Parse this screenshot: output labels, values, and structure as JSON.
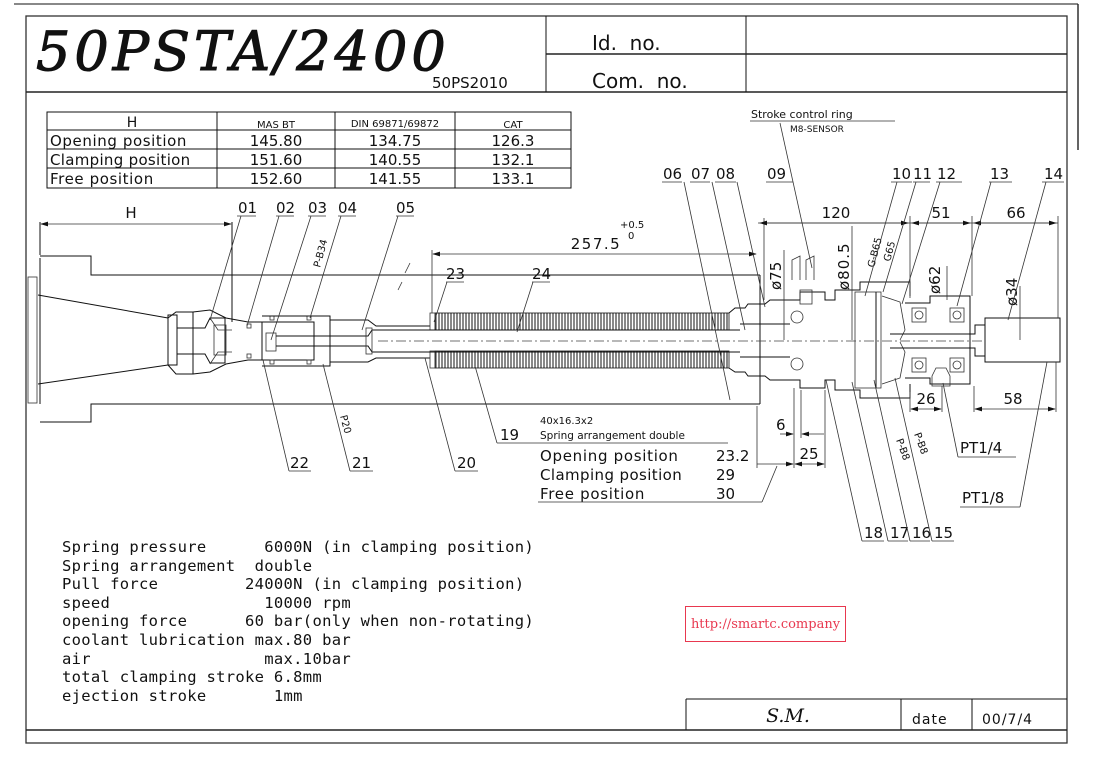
{
  "title_block": {
    "model": "50PSTA/2400",
    "sub_model": "50PS2010",
    "id_label": "Id.  no.",
    "id_value": "",
    "com_label": "Com.  no.",
    "com_value": "",
    "drawn_by": "S.M.",
    "date_label": "date",
    "date_value": "00/7/4"
  },
  "h_table": {
    "headers": [
      "H",
      "MAS BT",
      "DIN 69871/69872",
      "CAT"
    ],
    "rows": [
      {
        "label": "Opening position",
        "mas_bt": "145.80",
        "din": "134.75",
        "cat": "126.3"
      },
      {
        "label": "Clamping position",
        "mas_bt": "151.60",
        "din": "140.55",
        "cat": "132.1"
      },
      {
        "label": "Free position",
        "mas_bt": "152.60",
        "din": "141.55",
        "cat": "133.1"
      }
    ]
  },
  "callouts": {
    "stroke_ring": "Stroke control ring",
    "sensor": "M8-SENSOR",
    "parts_top": [
      "01",
      "02",
      "03",
      "04",
      "05",
      "06",
      "07",
      "08",
      "09",
      "10",
      "11",
      "12",
      "13",
      "14"
    ],
    "parts_bottom": [
      "22",
      "21",
      "20",
      "19",
      "18",
      "17",
      "16",
      "15",
      "23",
      "24"
    ],
    "seal_labels": {
      "p_b34": "P-B34",
      "p20": "P20",
      "g_b65": "G-B65",
      "g65": "G65",
      "p_b8_a": "P-B8",
      "p_b8_b": "P-B8"
    },
    "ports": {
      "pt14": "PT1/4",
      "pt18": "PT1/8"
    }
  },
  "dimensions": {
    "h": "H",
    "length_main": "257.5",
    "tol_upper": "+0.5",
    "tol_lower": "0",
    "d120": "120",
    "d51": "51",
    "d66": "66",
    "phi75": "ø75",
    "phi80_5": "ø80.5",
    "phi62": "ø62",
    "phi34": "ø34",
    "d6": "6",
    "d25": "25",
    "d26": "26",
    "d58": "58"
  },
  "spring_note": {
    "size": "40x16.3x2",
    "arrangement": "Spring arrangement double",
    "rows": [
      {
        "label": "Opening position",
        "value": "23.2"
      },
      {
        "label": "Clamping position",
        "value": "29"
      },
      {
        "label": "Free position",
        "value": "30"
      }
    ]
  },
  "specs": [
    {
      "label": "Spring pressure      ",
      "value": "6000N (in clamping position)"
    },
    {
      "label": "Spring arrangement  ",
      "value": "double"
    },
    {
      "label": "Pull force         ",
      "value": "24000N (in clamping position)"
    },
    {
      "label": "speed                ",
      "value": "10000 rpm"
    },
    {
      "label": "opening force      ",
      "value": "60 bar(only when non-rotating)"
    },
    {
      "label": "coolant lubrication ",
      "value": "max.80 bar"
    },
    {
      "label": "air                  ",
      "value": "max.10bar"
    },
    {
      "label": "total clamping stroke ",
      "value": "6.8mm"
    },
    {
      "label": "ejection stroke       ",
      "value": "1mm"
    }
  ],
  "watermark": "http://smartc.company"
}
